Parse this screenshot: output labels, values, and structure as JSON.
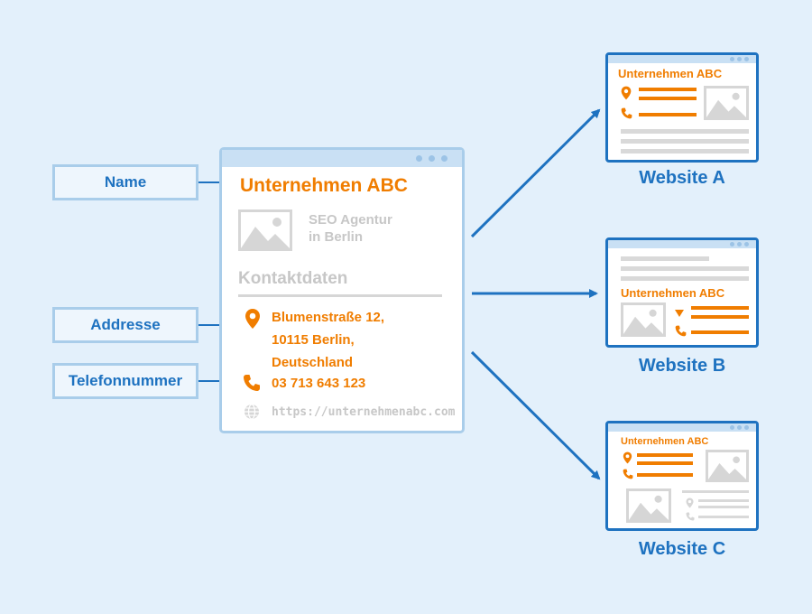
{
  "labels": {
    "name": "Name",
    "address": "Addresse",
    "phone": "Telefonnummer"
  },
  "main_card": {
    "company": "Unternehmen ABC",
    "tagline_line1": "SEO Agentur",
    "tagline_line2": "in Berlin",
    "contact_heading": "Kontaktdaten",
    "address_line1": "Blumenstraße 12,",
    "address_line2": "10115 Berlin,",
    "address_line3": "Deutschland",
    "phone": "03 713 643 123",
    "url": "https://unternehmenabc.com"
  },
  "websites": [
    {
      "label": "Website A",
      "company": "Unternehmen ABC"
    },
    {
      "label": "Website B",
      "company": "Unternehmen ABC"
    },
    {
      "label": "Website C",
      "company": "Unternehmen ABC"
    }
  ],
  "colors": {
    "background": "#e3f0fb",
    "primary_blue": "#1e72c0",
    "accent_orange": "#f07d00",
    "light_border": "#a9cdea",
    "placeholder_gray": "#c7c7c7"
  },
  "icons": [
    "map-pin-icon",
    "phone-icon",
    "globe-icon",
    "image-placeholder-icon",
    "window-dots-icon",
    "arrow-icon"
  ]
}
